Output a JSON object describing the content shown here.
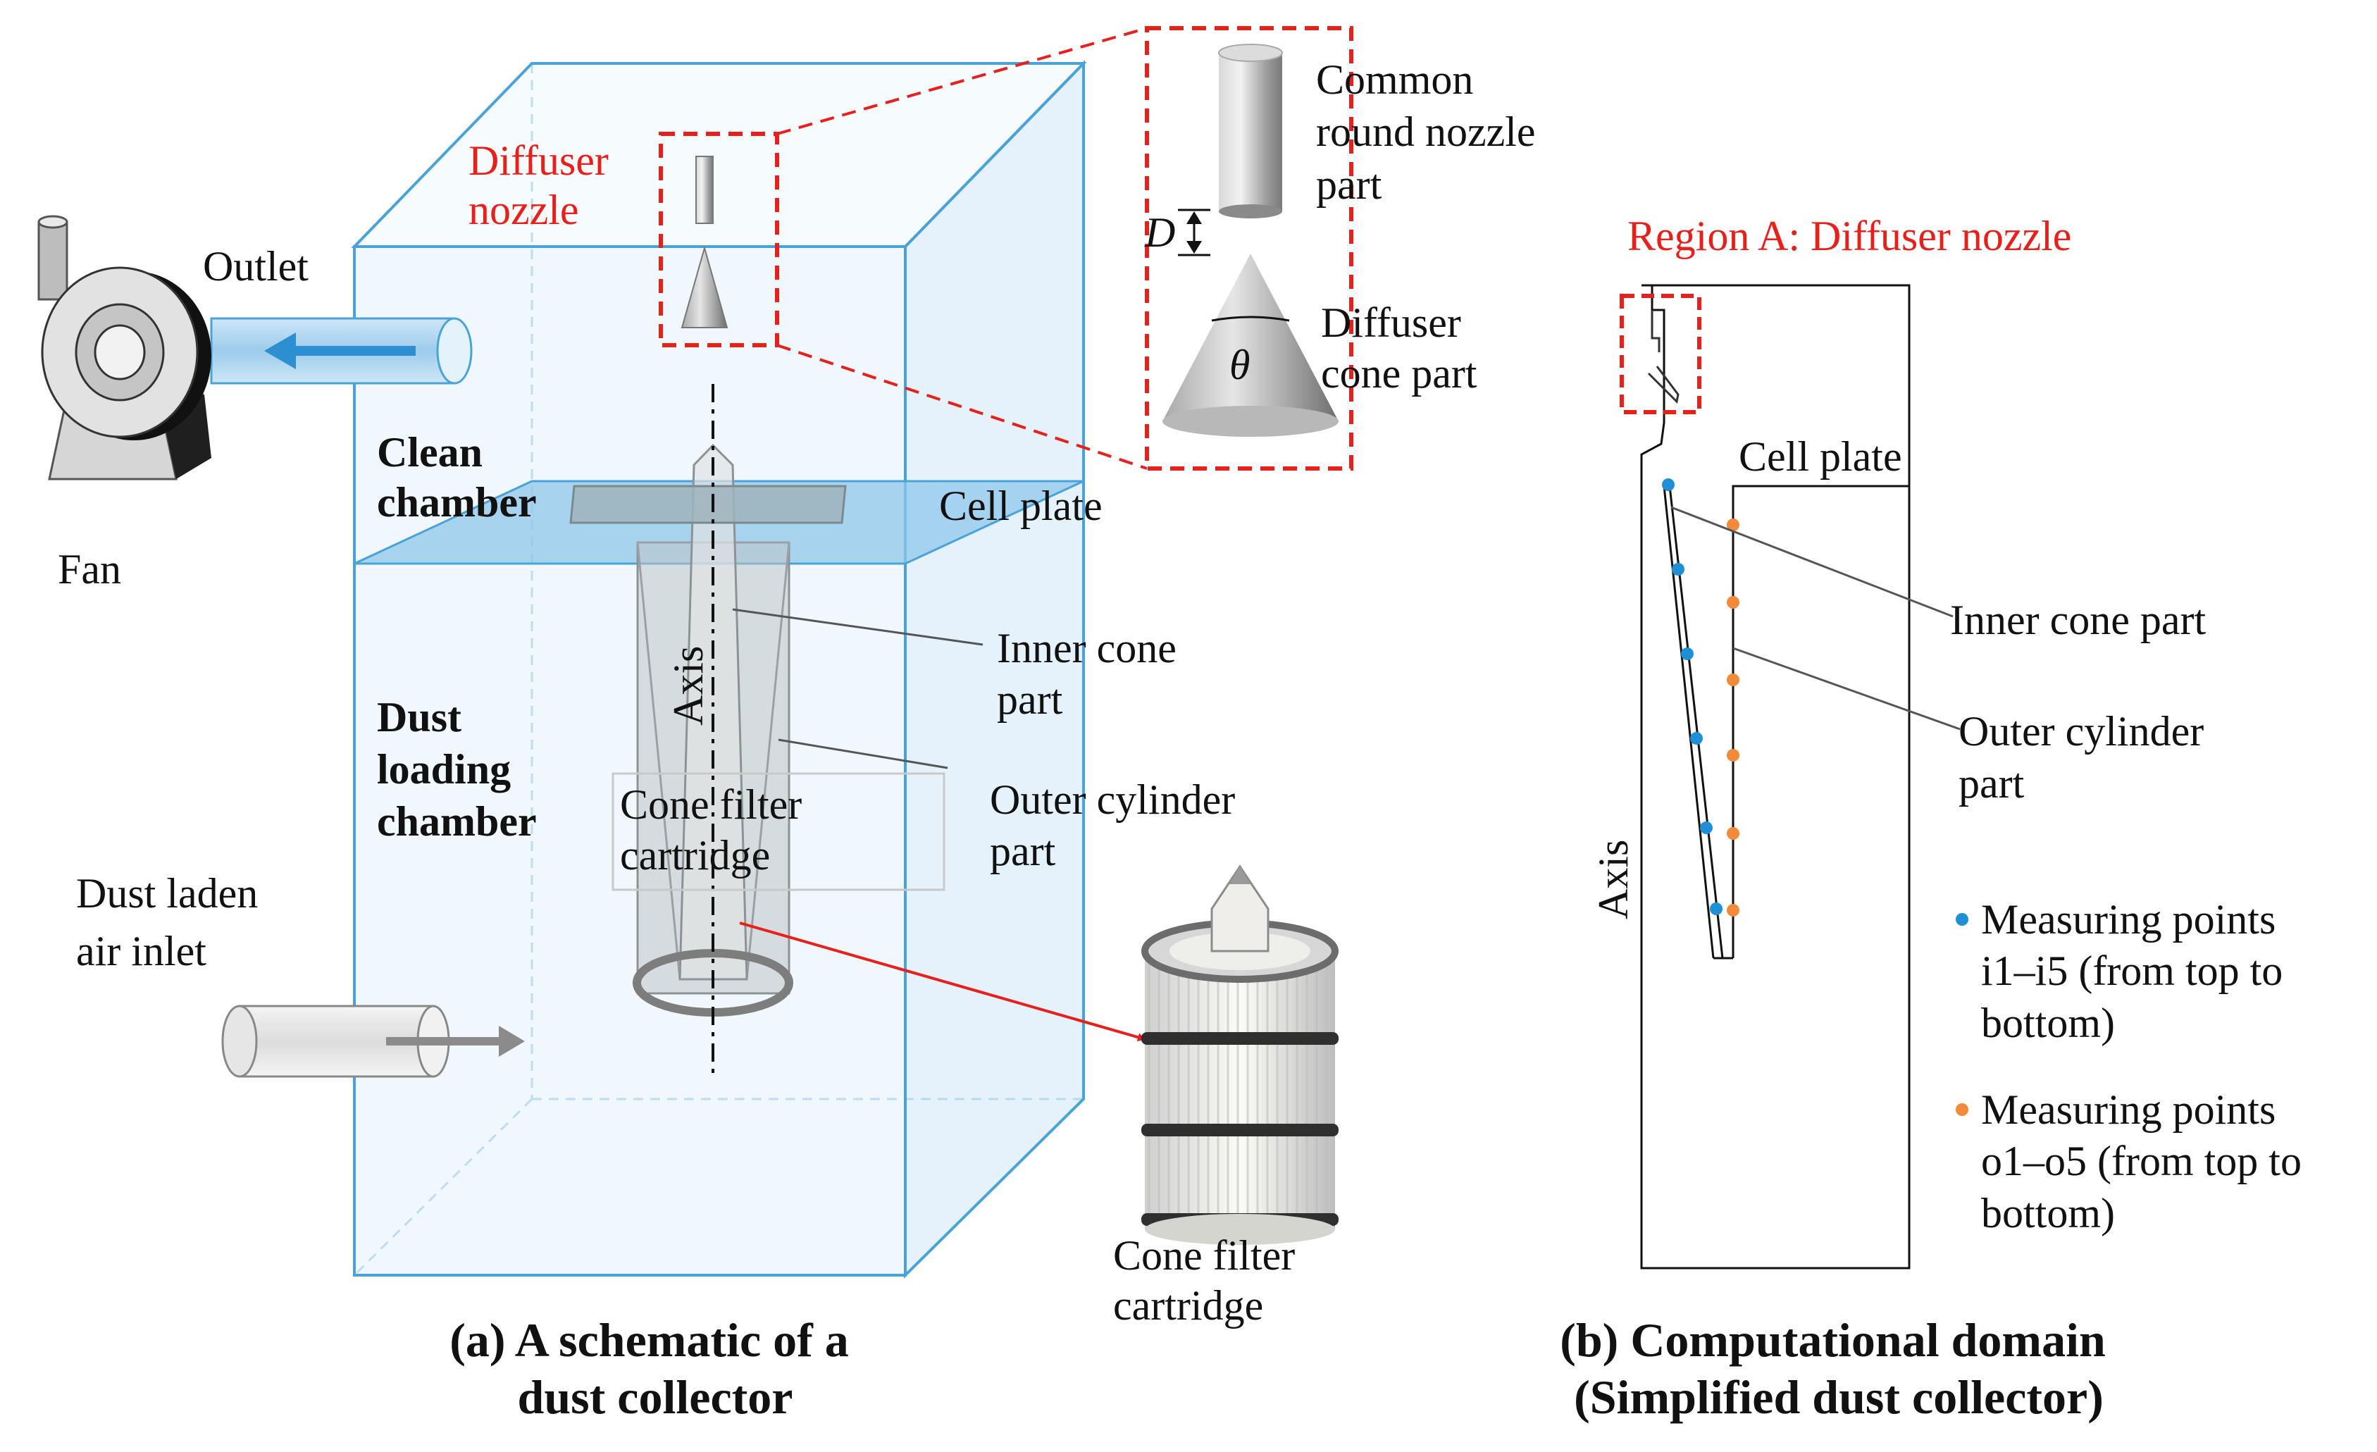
{
  "panel_a": {
    "diffuser_nozzle": [
      "Diffuser",
      "nozzle"
    ],
    "outlet": "Outlet",
    "fan": "Fan",
    "clean_chamber": [
      "Clean",
      "chamber"
    ],
    "cell_plate": "Cell plate",
    "axis": "Axis",
    "inner_cone_part": [
      "Inner cone",
      "part"
    ],
    "outer_cylinder_part": [
      "Outer cylinder",
      "part"
    ],
    "dust_loading_chamber": [
      "Dust",
      "loading",
      "chamber"
    ],
    "cone_filter_cartridge_inside": [
      "Cone filter",
      "cartridge"
    ],
    "dust_laden_air_inlet": [
      "Dust laden",
      "air inlet"
    ],
    "cone_filter_cartridge_photo": [
      "Cone filter",
      "cartridge"
    ],
    "caption": [
      "(a) A schematic of a",
      "dust collector"
    ],
    "inset": {
      "common_round_nozzle_part": [
        "Common",
        "round nozzle",
        "part"
      ],
      "D": "D",
      "diffuser_cone_part": [
        "Diffuser",
        "cone part"
      ],
      "theta": "θ"
    }
  },
  "panel_b": {
    "region_a": "Region A: Diffuser nozzle",
    "cell_plate": "Cell plate",
    "inner_cone_part": "Inner cone part",
    "outer_cylinder_part": [
      "Outer cylinder",
      "part"
    ],
    "axis": "Axis",
    "legend": [
      {
        "lines": [
          "Measuring points",
          "i1–i5 (from top to",
          "bottom)"
        ],
        "color": "#1f8fd6"
      },
      {
        "lines": [
          "Measuring points",
          "o1–o5 (from top to",
          "bottom)"
        ],
        "color": "#f28a3a"
      }
    ],
    "caption": [
      "(b) Computational domain",
      "(Simplified dust collector)"
    ]
  },
  "colors": {
    "box_edge": "#4aa3d8",
    "plate_fill": "#bcdff3",
    "red_annotation": "#e8201c",
    "blue_points": "#1f8fd6",
    "orange_points": "#f28a3a",
    "arrow_blue": "#2c8fd0"
  }
}
